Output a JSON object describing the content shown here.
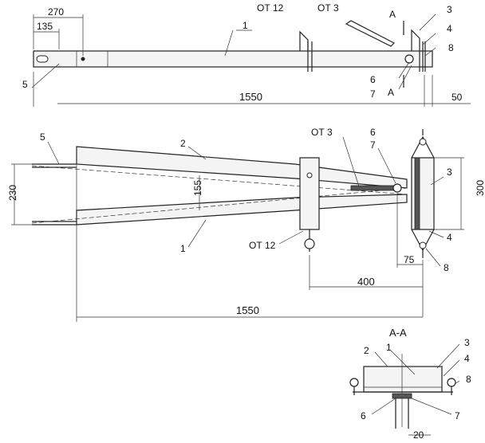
{
  "side_view": {
    "dims": {
      "d270": "270",
      "d135": "135",
      "d1550": "1550",
      "d50": "50"
    },
    "callouts": {
      "c1": "1",
      "c3": "3",
      "c4": "4",
      "c5": "5",
      "c6": "6",
      "c7": "7",
      "c8": "8"
    },
    "refs": {
      "ot12": "ОТ 12",
      "ot3": "ОТ 3"
    },
    "section_mark_top": "A",
    "section_mark_bottom": "A"
  },
  "plan_view": {
    "dims": {
      "d230": "230",
      "d155": "155",
      "d300": "300",
      "d75": "75",
      "d400": "400",
      "d1550": "1550"
    },
    "callouts": {
      "c1": "1",
      "c2": "2",
      "c3": "3",
      "c4": "4",
      "c5": "5",
      "c6": "6",
      "c7": "7",
      "c8": "8"
    },
    "refs": {
      "ot3": "ОТ 3",
      "ot12": "ОТ 12"
    }
  },
  "section_view": {
    "title": "А-А",
    "dims": {
      "d20": "20"
    },
    "callouts": {
      "c1": "1",
      "c2": "2",
      "c3": "3",
      "c4": "4",
      "c6": "6",
      "c7": "7",
      "c8": "8"
    }
  }
}
